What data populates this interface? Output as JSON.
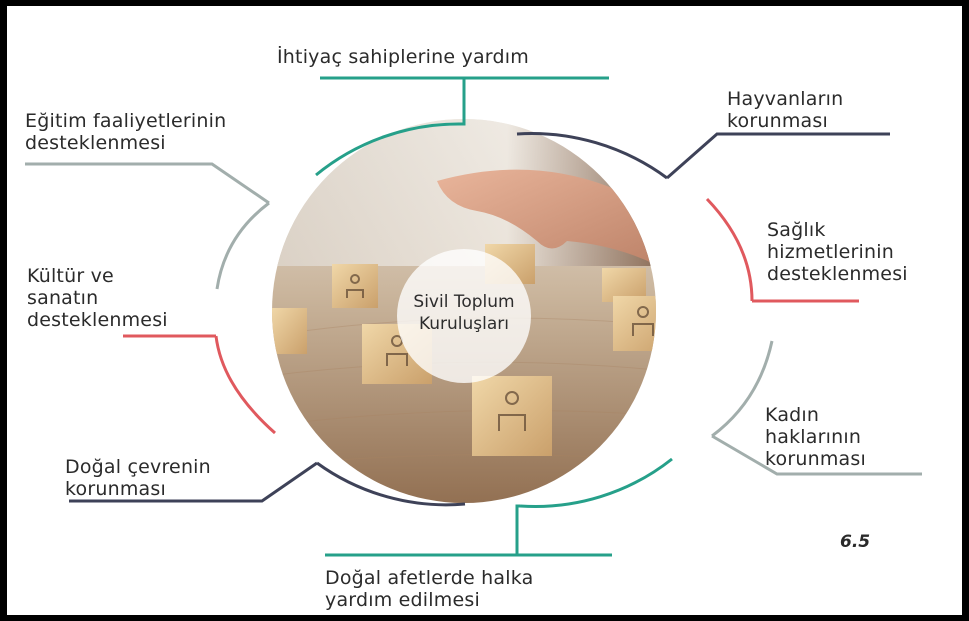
{
  "center": {
    "label": "Sivil Toplum\nKuruluşları"
  },
  "items": [
    {
      "text": "İhtiyaç sahiplerine yardım",
      "color": "#26a08a"
    },
    {
      "text": "Hayvanların\nkorunması",
      "color": "#3e4258"
    },
    {
      "text": "Sağlık\nhizmetlerinin\ndesteklenmesi",
      "color": "#e0595e"
    },
    {
      "text": "Kadın\nhaklarının\nkorunması",
      "color": "#a2aeac"
    },
    {
      "text": "Doğal afetlerde halka\nyardım edilmesi",
      "color": "#26a08a"
    },
    {
      "text": "Doğal çevrenin\nkorunması",
      "color": "#3e4258"
    },
    {
      "text": "Kültür ve\nsanatın\ndesteklenmesi",
      "color": "#e0595e"
    },
    {
      "text": "Eğitim faaliyetlerinin\ndesteklenmesi",
      "color": "#a2aeac"
    }
  ],
  "figure_number": "6.5",
  "photo": {
    "description_icon": "wooden-blocks-with-person-icons"
  }
}
